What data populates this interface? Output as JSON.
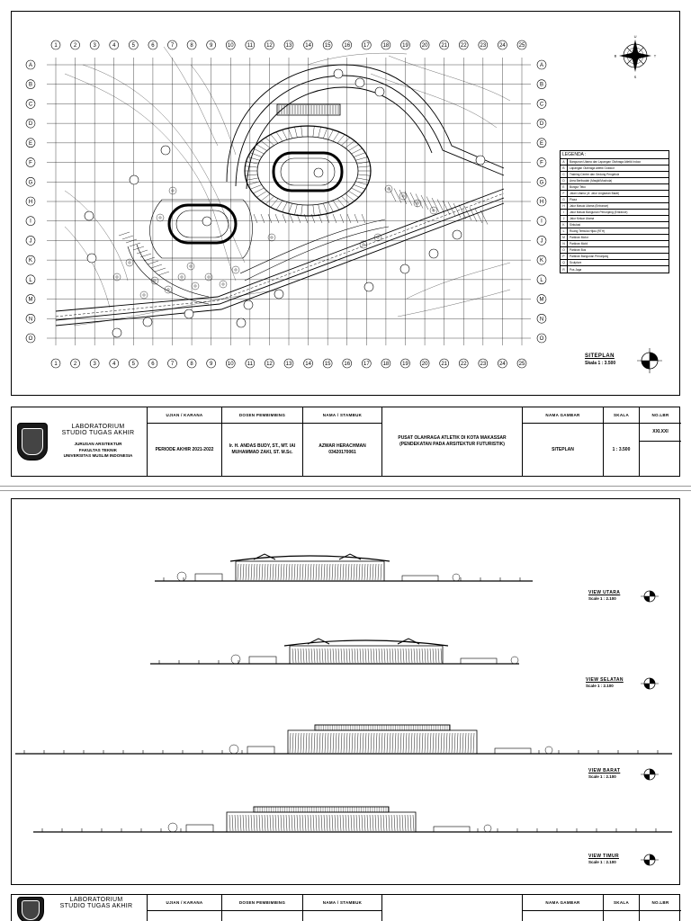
{
  "sheet1": {
    "drawing_title": "SITEPLAN",
    "drawing_scale": "Skala 1 : 3.500",
    "grid_columns": [
      "1",
      "2",
      "3",
      "4",
      "5",
      "6",
      "7",
      "8",
      "9",
      "10",
      "11",
      "12",
      "13",
      "14",
      "15",
      "16",
      "17",
      "18",
      "19",
      "20",
      "21",
      "22",
      "23",
      "24",
      "25"
    ],
    "grid_rows": [
      "A",
      "B",
      "C",
      "D",
      "E",
      "F",
      "G",
      "H",
      "I",
      "J",
      "K",
      "L",
      "M",
      "N",
      "O"
    ],
    "legend": {
      "heading": "LEGENDA :",
      "items": [
        {
          "key": "A",
          "label": "Bangunan Utama dan Lapangan Olahraga Atletik Indoor"
        },
        {
          "key": "B",
          "label": "Lapangan Olahraga Atletik Outdoor"
        },
        {
          "key": "C",
          "label": "Training Centre dan Gedung Pengelola"
        },
        {
          "key": "D",
          "label": "Area Beribadah (Masjid/Mushola)"
        },
        {
          "key": "E",
          "label": "Bungur Teko"
        },
        {
          "key": "F",
          "label": "Jalan Utama (Jl. Jalur Lingkaran Barat)"
        },
        {
          "key": "G",
          "label": "Plaza"
        },
        {
          "key": "H",
          "label": "Jalur Masuk Utama (Entrance)"
        },
        {
          "key": "I",
          "label": "Jalur Masuk Bangunan Penunjang (Entrance)"
        },
        {
          "key": "J",
          "label": "Jalur Keluar Utama"
        },
        {
          "key": "K",
          "label": "Sirkulasi"
        },
        {
          "key": "L",
          "label": "Ruang Terbuka Hijau (RTH)"
        },
        {
          "key": "M",
          "label": "Parkiran Motor"
        },
        {
          "key": "N",
          "label": "Parkiran Mobil"
        },
        {
          "key": "O",
          "label": "Parkiran Bus"
        },
        {
          "key": "P",
          "label": "Parkiran Bangunan Penunjang"
        },
        {
          "key": "Q",
          "label": "Sculpture"
        },
        {
          "key": "R",
          "label": "Pos Jaga"
        }
      ]
    },
    "title_block": {
      "lab_line1": "LABORATORIUM",
      "lab_line2": "STUDIO TUGAS AKHIR",
      "dept_line1": "JURUSAN ARSITEKTUR",
      "dept_line2": "FAKULTAS TEKNIK",
      "dept_line3": "UNIVERSITAS MUSLIM INDONESIA",
      "col_period_head": "UJIAN / KARANA",
      "col_period_val": "PERIODE AKHIR 2021-2022",
      "col_lecturer_head": "DOSEN PEMBIMBING",
      "col_lecturer_val1": "Ir. H. ANDAS BUDY, ST., MT. IAI",
      "col_lecturer_val2": "MUHAMMAD ZAKI, ST. M.Sc.",
      "col_student_head": "NAMA / STAMBUK",
      "col_student_val1": "AZWAR HERACHMAN",
      "col_student_val2": "03420170061",
      "col_project_head": "",
      "col_project_val1": "PUSAT OLAHRAGA ATLETIK DI KOTA MAKASSAR",
      "col_project_val2": "(PENDEKATAN PADA ARSITEKTUR FUTURISTIK)",
      "col_drawing_head": "NAMA GAMBAR",
      "col_drawing_val": "SITEPLAN",
      "col_scale_head": "SKALA",
      "col_scale_val": "1 : 3.500",
      "col_sheet_head": "NO.LBR",
      "col_sheet_val": "XXI.XXI"
    }
  },
  "sheet2": {
    "views": [
      {
        "title": "VIEW UTARA",
        "scale": "Scale 1 : 2.100"
      },
      {
        "title": "VIEW SELATAN",
        "scale": "Scale 1 : 2.100"
      },
      {
        "title": "VIEW BARAT",
        "scale": "Scale 1 : 2.100"
      },
      {
        "title": "VIEW TIMUR",
        "scale": "Scale 1 : 2.100"
      }
    ],
    "title_block": {
      "lab_line1": "LABORATORIUM",
      "lab_line2": "STUDIO TUGAS AKHIR",
      "col_period_head": "UJIAN / KARANA",
      "col_lecturer_head": "DOSEN PEMBIMBING",
      "col_student_head": "NAMA / STAMBUK",
      "col_drawing_head": "NAMA GAMBAR",
      "col_scale_head": "SKALA",
      "col_sheet_head": "NO.LBR"
    }
  }
}
